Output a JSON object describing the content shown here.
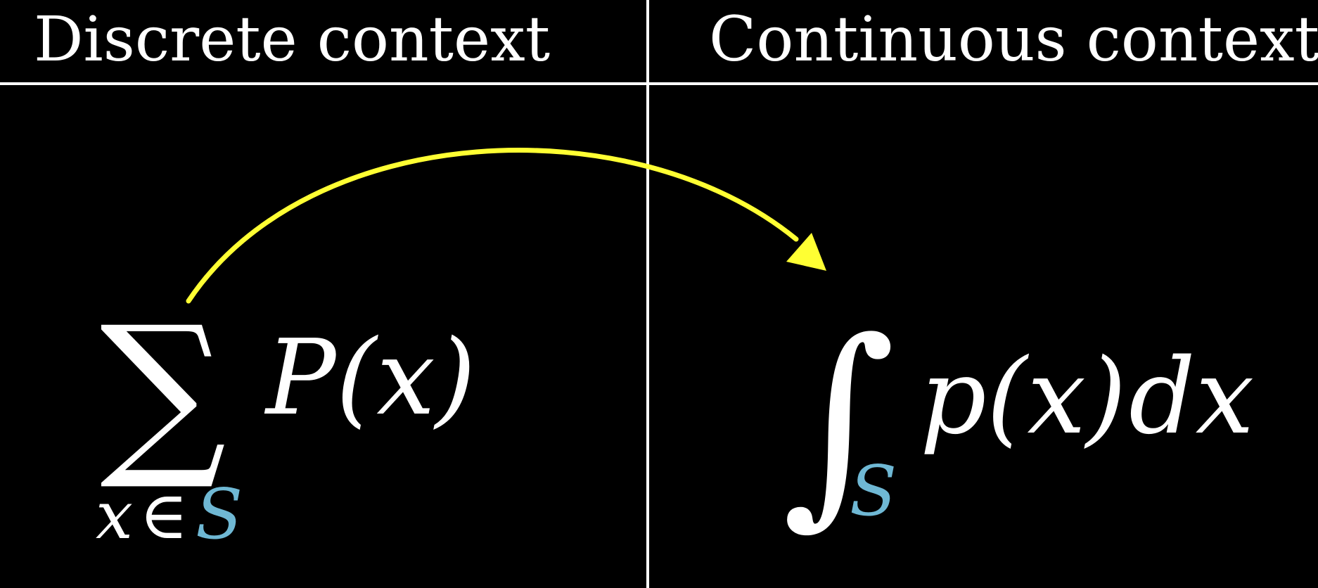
{
  "panels": {
    "left": {
      "title": "Discrete context"
    },
    "right": {
      "title": "Continuous context"
    }
  },
  "discrete_expression": {
    "operator": "∑",
    "subscript_var": "x",
    "subscript_in": "∈",
    "subscript_set": "S",
    "body": "P(x)"
  },
  "continuous_expression": {
    "operator": "∫",
    "subscript_set": "S",
    "body": "p(x)",
    "differential": "dx"
  },
  "arrow": {
    "color": "#ffff33",
    "from": "discrete_expression",
    "to": "continuous_expression"
  },
  "colors": {
    "background": "#000000",
    "text": "#ffffff",
    "set_symbol": "#6fb8d4",
    "arrow": "#ffff33"
  }
}
